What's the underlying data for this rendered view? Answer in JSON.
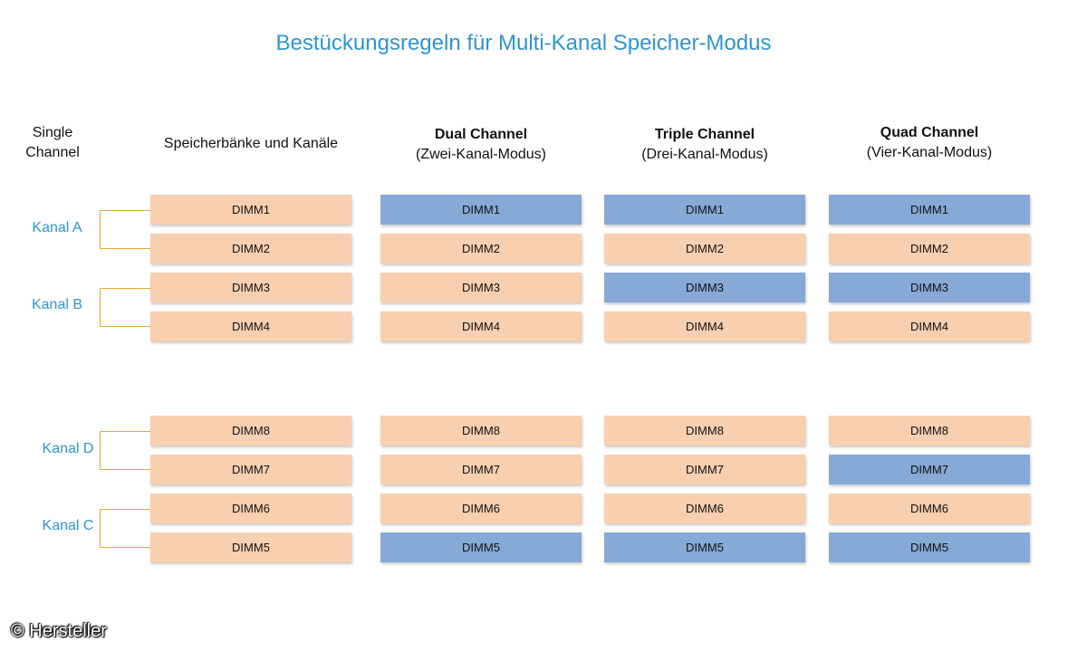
{
  "title": "Bestückungsregeln für Multi-Kanal Speicher-Modus",
  "colors": {
    "inactive": "#f8cfaf",
    "active": "#86a9d5",
    "accent": "#2e95d3",
    "bracket": "#e8a736"
  },
  "headers": {
    "single": [
      "Single",
      "Channel"
    ],
    "banks": "Speicherbänke und Kanäle",
    "dual": {
      "bold": "Dual Channel",
      "sub": "(Zwei-Kanal-Modus)"
    },
    "triple": {
      "bold": "Triple Channel",
      "sub": "(Drei-Kanal-Modus)"
    },
    "quad": {
      "bold": "Quad Channel",
      "sub": "(Vier-Kanal-Modus)"
    }
  },
  "channels": [
    "Kanal A",
    "Kanal B",
    "Kanal D",
    "Kanal C"
  ],
  "dimm_labels": [
    "DIMM1",
    "DIMM2",
    "DIMM3",
    "DIMM4",
    "DIMM8",
    "DIMM7",
    "DIMM6",
    "DIMM5"
  ],
  "columns": [
    {
      "mode": "banks",
      "active": [
        false,
        false,
        false,
        false,
        false,
        false,
        false,
        false
      ]
    },
    {
      "mode": "dual",
      "active": [
        true,
        false,
        false,
        false,
        false,
        false,
        false,
        true
      ]
    },
    {
      "mode": "triple",
      "active": [
        true,
        false,
        true,
        false,
        false,
        false,
        false,
        true
      ]
    },
    {
      "mode": "quad",
      "active": [
        true,
        false,
        true,
        false,
        false,
        true,
        false,
        true
      ]
    }
  ],
  "copyright": "© Hersteller"
}
